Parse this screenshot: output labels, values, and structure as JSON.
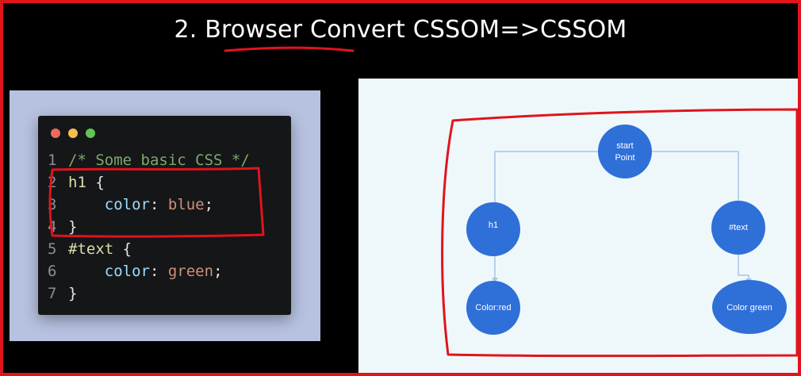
{
  "title": "2. Browser Convert CSSOM=>CSSOM",
  "code_window": {
    "lines": [
      {
        "num": "1",
        "parts": [
          {
            "cls": "cmt",
            "text": "/* Some basic CSS */"
          }
        ]
      },
      {
        "num": "2",
        "parts": [
          {
            "cls": "sel",
            "text": "h1"
          },
          {
            "cls": "br",
            "text": " {"
          }
        ]
      },
      {
        "num": "3",
        "parts": [
          {
            "cls": "br",
            "text": "    "
          },
          {
            "cls": "prop",
            "text": "color"
          },
          {
            "cls": "br",
            "text": ": "
          },
          {
            "cls": "val",
            "text": "blue"
          },
          {
            "cls": "br",
            "text": ";"
          }
        ]
      },
      {
        "num": "4",
        "parts": [
          {
            "cls": "br",
            "text": "}"
          }
        ]
      },
      {
        "num": "5",
        "parts": [
          {
            "cls": "sel",
            "text": "#text"
          },
          {
            "cls": "br",
            "text": " {"
          }
        ]
      },
      {
        "num": "6",
        "parts": [
          {
            "cls": "br",
            "text": "    "
          },
          {
            "cls": "prop",
            "text": "color"
          },
          {
            "cls": "br",
            "text": ": "
          },
          {
            "cls": "val",
            "text": "green"
          },
          {
            "cls": "br",
            "text": ";"
          }
        ]
      },
      {
        "num": "7",
        "parts": [
          {
            "cls": "br",
            "text": "}"
          }
        ]
      }
    ]
  },
  "diagram": {
    "nodes": {
      "start": {
        "line1": "start",
        "line2": "Point"
      },
      "h1": "h1",
      "text": "#text",
      "color_red": "Color:red",
      "color_green": "Color green"
    },
    "node_color": "#2f6fd8",
    "edge_color": "#a9c4e4"
  },
  "annotation_color": "#e0141c"
}
